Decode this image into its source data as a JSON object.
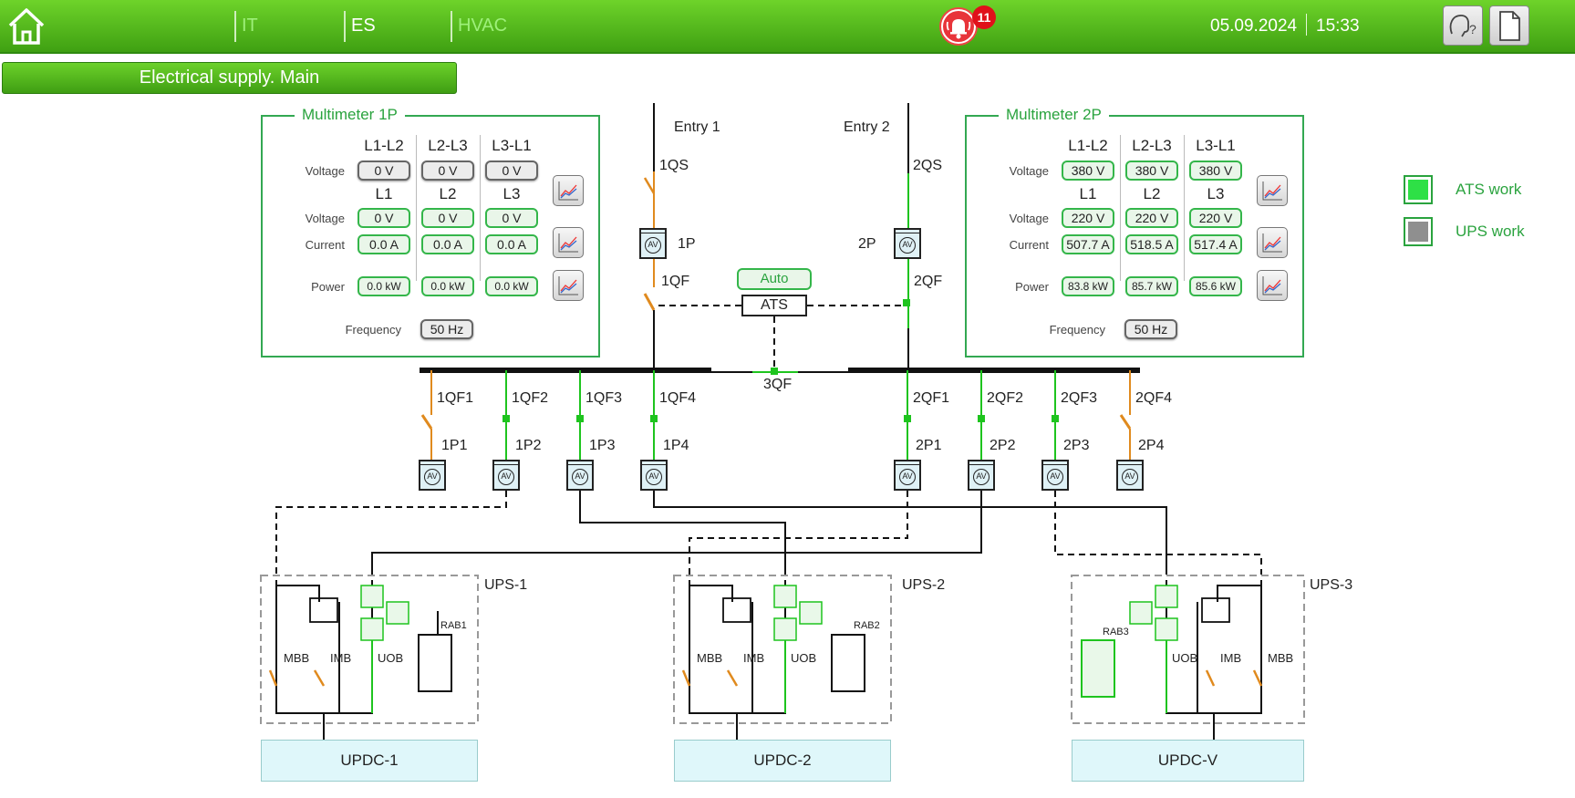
{
  "topbar": {
    "tabs": [
      "IT",
      "ES",
      "HVAC"
    ],
    "alarm_count": "11",
    "date": "05.09.2024",
    "time": "15:33"
  },
  "page_title": "Electrical supply. Main",
  "multimeter_1p": {
    "title": "Multimeter 1P",
    "line_headers": [
      "L1-L2",
      "L2-L3",
      "L3-L1"
    ],
    "phase_headers": [
      "L1",
      "L2",
      "L3"
    ],
    "row_labels": {
      "voltage": "Voltage",
      "current": "Current",
      "power": "Power",
      "frequency": "Frequency"
    },
    "line_voltage": [
      "0 V",
      "0 V",
      "0 V"
    ],
    "phase_voltage": [
      "0 V",
      "0 V",
      "0 V"
    ],
    "current": [
      "0.0 A",
      "0.0 A",
      "0.0 A"
    ],
    "power": [
      "0.0 kW",
      "0.0 kW",
      "0.0 kW"
    ],
    "frequency": "50 Hz"
  },
  "multimeter_2p": {
    "title": "Multimeter 2P",
    "line_headers": [
      "L1-L2",
      "L2-L3",
      "L3-L1"
    ],
    "phase_headers": [
      "L1",
      "L2",
      "L3"
    ],
    "row_labels": {
      "voltage": "Voltage",
      "current": "Current",
      "power": "Power",
      "frequency": "Frequency"
    },
    "line_voltage": [
      "380 V",
      "380 V",
      "380 V"
    ],
    "phase_voltage": [
      "220 V",
      "220 V",
      "220 V"
    ],
    "current": [
      "507.7 A",
      "518.5 A",
      "517.4 A"
    ],
    "power": [
      "83.8 kW",
      "85.7 kW",
      "85.6 kW"
    ],
    "frequency": "50 Hz"
  },
  "status": [
    {
      "label": "ATS work",
      "color": "#2ee046"
    },
    {
      "label": "UPS work",
      "color": "#8f8f8f"
    }
  ],
  "diagram": {
    "entries": [
      "Entry 1",
      "Entry 2"
    ],
    "switches": {
      "qs1": "1QS",
      "qs2": "2QS",
      "qf1": "1QF",
      "qf2": "2QF",
      "qf3": "3QF"
    },
    "meters": {
      "p1": "1P",
      "p2": "2P"
    },
    "meter_icon": "AV",
    "ats_mode": "Auto",
    "ats": "ATS",
    "feeders_left": [
      {
        "qf": "1QF1",
        "p": "1P1"
      },
      {
        "qf": "1QF2",
        "p": "1P2"
      },
      {
        "qf": "1QF3",
        "p": "1P3"
      },
      {
        "qf": "1QF4",
        "p": "1P4"
      }
    ],
    "feeders_right": [
      {
        "qf": "2QF1",
        "p": "2P1"
      },
      {
        "qf": "2QF2",
        "p": "2P2"
      },
      {
        "qf": "2QF3",
        "p": "2P3"
      },
      {
        "qf": "2QF4",
        "p": "2P4"
      }
    ],
    "ups": [
      {
        "name": "UPS-1",
        "battery": "RAB1",
        "labels": [
          "MBB",
          "IMB",
          "UOB"
        ],
        "load": "UPDC-1"
      },
      {
        "name": "UPS-2",
        "battery": "RAB2",
        "labels": [
          "MBB",
          "IMB",
          "UOB"
        ],
        "load": "UPDC-2"
      },
      {
        "name": "UPS-3",
        "battery": "RAB3",
        "labels": [
          "UOB",
          "IMB",
          "MBB"
        ],
        "load": "UPDC-V"
      }
    ],
    "colors": {
      "energized": "#1ec41e",
      "off": "#e08a1e",
      "line": "#111111"
    }
  }
}
